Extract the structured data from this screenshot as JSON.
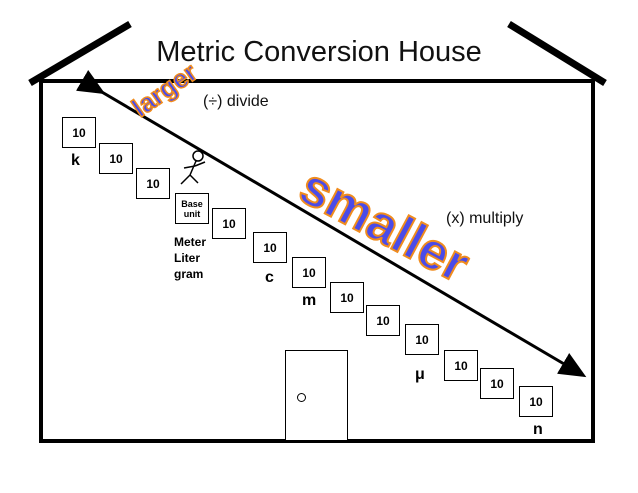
{
  "title": "Metric Conversion House",
  "divide_label": "(÷) divide",
  "multiply_label": "(x) multiply",
  "larger_label": "larger",
  "smaller_label": "smaller",
  "steps": [
    {
      "label": "10"
    },
    {
      "label": "10"
    },
    {
      "label": "10"
    },
    {
      "label_line1": "Base",
      "label_line2": "unit"
    },
    {
      "label": "10"
    },
    {
      "label": "10"
    },
    {
      "label": "10"
    },
    {
      "label": "10"
    },
    {
      "label": "10"
    },
    {
      "label": "10"
    },
    {
      "label": "10"
    },
    {
      "label": "10"
    },
    {
      "label": "10"
    }
  ],
  "base_units": [
    "Meter",
    "Liter",
    "gram"
  ],
  "prefixes": {
    "k": "k",
    "c": "c",
    "m": "m",
    "micro": "μ",
    "n": "n"
  }
}
